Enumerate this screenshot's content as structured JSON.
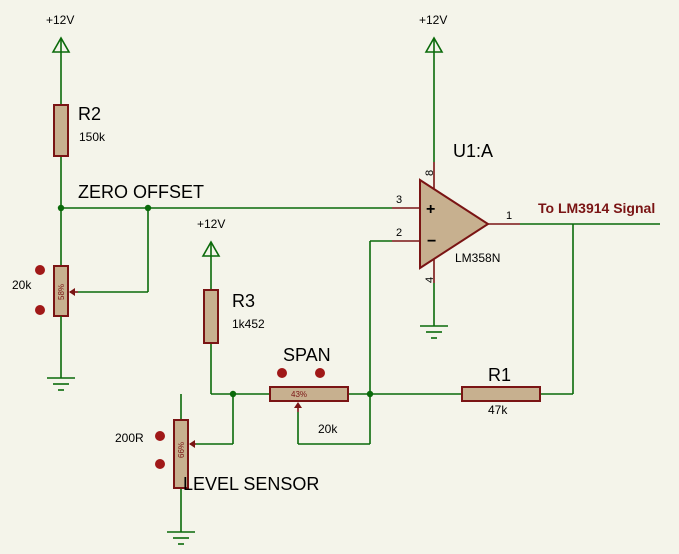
{
  "supply_labels": [
    "+12V",
    "+12V",
    "+12V"
  ],
  "components": {
    "r2": {
      "ref": "R2",
      "value": "150k"
    },
    "zero_pot": {
      "value": "20k",
      "percent": "58%"
    },
    "r3": {
      "ref": "R3",
      "value": "1k452"
    },
    "span_pot": {
      "value": "20k",
      "percent": "43%"
    },
    "r1": {
      "ref": "R1",
      "value": "47k"
    },
    "sensor": {
      "value": "200R",
      "percent": "66%"
    },
    "opamp": {
      "ref": "U1:A",
      "part": "LM358N",
      "plus": "+",
      "minus": "−"
    }
  },
  "pins": {
    "p3": "3",
    "p2": "2",
    "p1": "1",
    "p8": "8",
    "p4": "4"
  },
  "net_labels": {
    "zero_offset": "ZERO OFFSET",
    "span": "SPAN",
    "level_sensor": "LEVEL SENSOR",
    "output": "To LM3914 Signal"
  },
  "colors": {
    "background": "#f4f4ea",
    "wire": "#0a6a0a",
    "component_fill": "#c7b08f",
    "component_outline": "#7a1414"
  }
}
